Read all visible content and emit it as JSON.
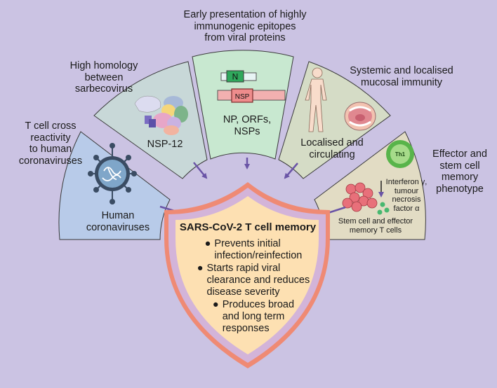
{
  "segments": [
    {
      "top_label": "T cell cross\nreactivity\nto human\ncoronaviruses",
      "inner_label": "Human\ncoronaviruses",
      "icon": "virus-icon",
      "color": "#b8cbe9"
    },
    {
      "top_label": "High homology\nbetween\nsarbecovirus",
      "inner_label": "NSP-12",
      "icon": "protein-structure-icon",
      "color": "#c8d8d8"
    },
    {
      "top_label": "Early presentation of highly\nimmunogenic epitopes\nfrom viral proteins",
      "inner_label": "NP, ORFs,\nNSPs",
      "icon": "protein-bars-icon",
      "bar_labels": [
        "N",
        "NSP"
      ],
      "color": "#c8e8d0"
    },
    {
      "top_label": "Systemic and localised\nmucosal immunity",
      "inner_label": "Localised and\ncirculating",
      "icon": "human-body-icon",
      "color": "#d5dcc6"
    },
    {
      "top_label": "Effector and\nstem cell\nmemory\nphenotype",
      "inner_label": "Stem cell and effector\nmemory T cells",
      "icon": "t-cell-icon",
      "th1_label": "Th1",
      "cytokine_label": "Interferon γ,\ntumour\nnecrosis\nfactor α",
      "color": "#e2dcc4"
    }
  ],
  "shield": {
    "title": "SARS-CoV-2 T cell memory",
    "bullets": [
      "Prevents initial\ninfection/reinfection",
      "Starts rapid viral\nclearance and reduces\ndisease severity",
      "Produces broad\nand long term\nresponses"
    ]
  },
  "colors": {
    "background": "#cbc3e3",
    "arrow": "#6a54a6",
    "shield_outer": "#ef8a74",
    "shield_inner": "#fde0b2",
    "sector_border": "#3a3a3a"
  }
}
